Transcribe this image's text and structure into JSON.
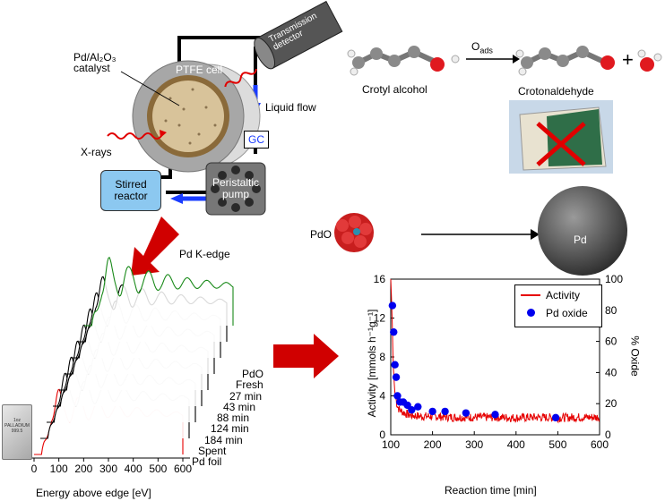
{
  "setup": {
    "catalyst": "Pd/Al₂O₃\ncatalyst",
    "cell": "PTFE cell",
    "detector": "Transmission\ndetector",
    "liquid_flow": "Liquid flow",
    "gc": "GC",
    "xrays": "X-rays",
    "reactor": "Stirred\nreactor",
    "pump": "Peristaltic\npump",
    "edge": "Pd K-edge"
  },
  "reaction": {
    "reactant": "Crotyl alcohol",
    "oxidant": "O",
    "oxidant_sub": "ads",
    "product": "Crotonaldehyde",
    "plus": "+"
  },
  "particles": {
    "left": "PdO",
    "right": "Pd"
  },
  "xanes": {
    "xlabel": "Energy above edge [eV]",
    "xticks": [
      "0",
      "100",
      "200",
      "300",
      "400",
      "500",
      "600"
    ],
    "spectra": [
      {
        "label": "Pd foil",
        "color": "#e60000"
      },
      {
        "label": "Spent",
        "color": "#000000"
      },
      {
        "label": "184 min",
        "color": "#000000"
      },
      {
        "label": "124 min",
        "color": "#000000"
      },
      {
        "label": "88 min",
        "color": "#000000"
      },
      {
        "label": "43 min",
        "color": "#000000"
      },
      {
        "label": "27 min",
        "color": "#000000"
      },
      {
        "label": "Fresh",
        "color": "#000000"
      },
      {
        "label": "PdO",
        "color": "#1a8a1a"
      }
    ],
    "bar_top": "1oz",
    "bar_mid": "PALLADIUM",
    "bar_low": "999.5"
  },
  "chart_data": {
    "type": "line",
    "xlabel": "Reaction time [min]",
    "ylabel": "Activity [mmols h⁻¹g⁻¹]",
    "y2label": "% Oxide",
    "xlim": [
      100,
      600
    ],
    "ylim": [
      0,
      16
    ],
    "y2lim": [
      0,
      100
    ],
    "xticks": [
      "100",
      "200",
      "300",
      "400",
      "500",
      "600"
    ],
    "yticks": [
      "0",
      "4",
      "8",
      "12",
      "16"
    ],
    "y2ticks": [
      "0",
      "20",
      "40",
      "60",
      "80",
      "100"
    ],
    "legend_position": "top-right",
    "series": [
      {
        "name": "Activity",
        "color": "#e60000",
        "axis": "left",
        "x": [
          100,
          103,
          106,
          110,
          115,
          120,
          130,
          140,
          150,
          170,
          200,
          250,
          300,
          350,
          400,
          450,
          500,
          550,
          600
        ],
        "y": [
          16,
          12.5,
          7,
          4.2,
          3.1,
          2.6,
          2.3,
          2.1,
          2.0,
          1.9,
          1.9,
          1.8,
          1.8,
          1.8,
          1.75,
          1.8,
          1.75,
          1.8,
          1.8
        ]
      },
      {
        "name": "Pd oxide",
        "color": "#0000ee",
        "axis": "right",
        "x": [
          104,
          107,
          110,
          113,
          116,
          122,
          130,
          140,
          150,
          165,
          200,
          230,
          280,
          350,
          495
        ],
        "y": [
          83,
          66,
          45,
          37,
          25,
          21,
          21,
          19,
          16,
          18,
          15,
          15,
          14,
          13,
          11
        ]
      }
    ]
  }
}
